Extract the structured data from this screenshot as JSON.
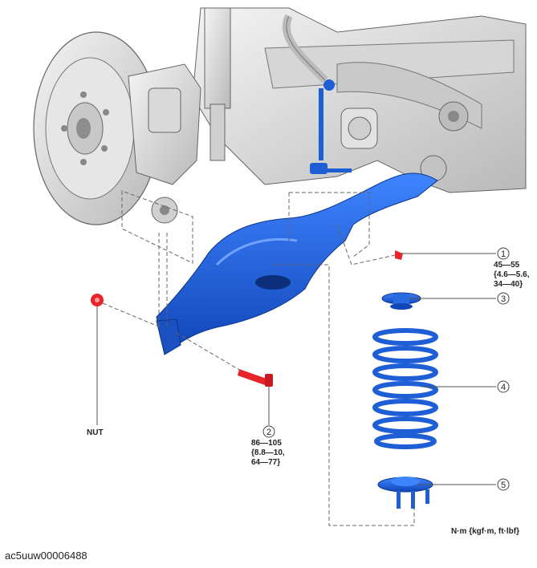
{
  "callouts": [
    {
      "num": "1",
      "torque": [
        "45—55",
        "{4.6—5.6,",
        "34—40}"
      ]
    },
    {
      "num": "2",
      "torque": [
        "86—105",
        "{8.8—10,",
        "64—77}"
      ]
    },
    {
      "num": "3"
    },
    {
      "num": "4"
    },
    {
      "num": "5"
    }
  ],
  "nut_label": "NUT",
  "units_label": "N·m {kgf·m, ft·lbf}",
  "caption": "ac5uuw00006488",
  "colors": {
    "part_blue": "#1e5fd6",
    "fastener_red": "#e8242a",
    "line": "#555555"
  },
  "icons": [
    "brake-rotor",
    "brake-caliper",
    "shock-absorber",
    "stabilizer-link",
    "lower-arm",
    "coil-spring",
    "spring-seat",
    "nut",
    "bolt"
  ]
}
